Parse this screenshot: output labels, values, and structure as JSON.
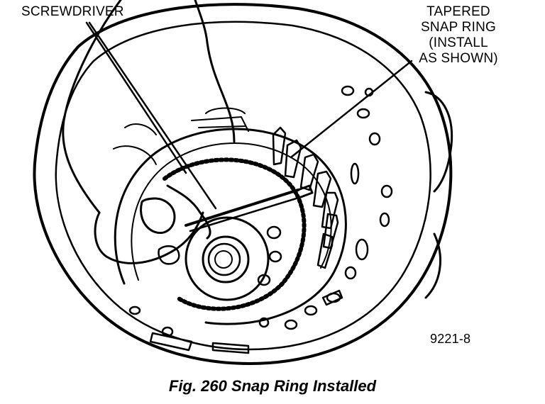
{
  "labels": {
    "screwdriver": "SCREWDRIVER",
    "snap_ring": [
      "TAPERED",
      "SNAP RING",
      "(INSTALL",
      "AS SHOWN)"
    ],
    "figure_code": "9221-8"
  },
  "caption": "Fig. 260 Snap Ring Installed",
  "colors": {
    "ink": "#000000",
    "paper": "#ffffff"
  }
}
